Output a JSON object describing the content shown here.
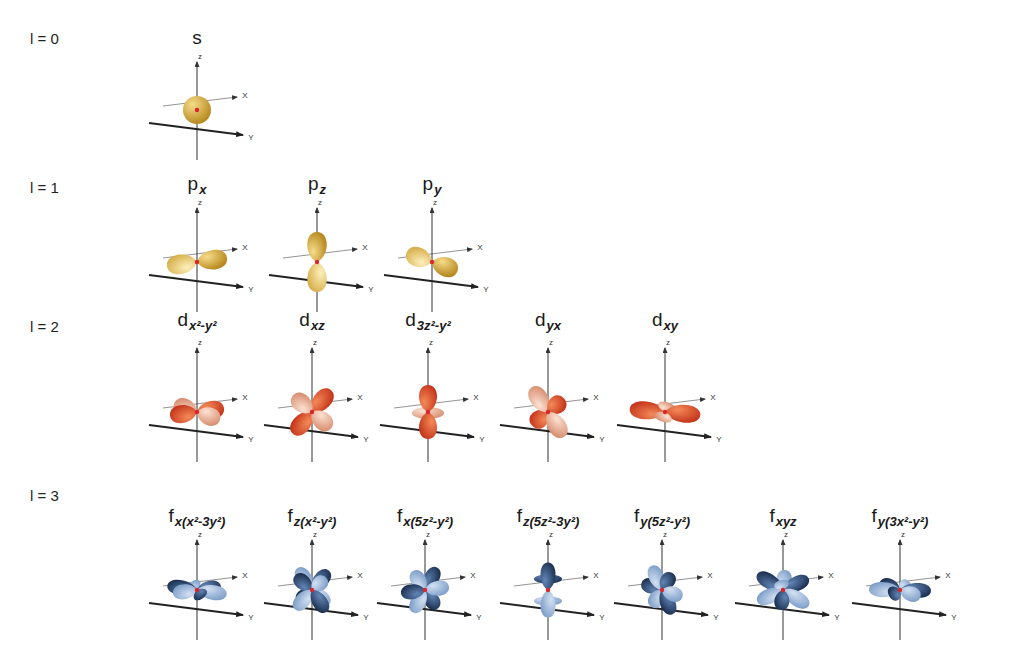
{
  "diagram": {
    "labels": [
      "l = 0",
      "s",
      "z",
      "X",
      "Y",
      "l = 1",
      "p",
      "x",
      "z",
      "X",
      "Y",
      "p",
      "z",
      "z",
      "X",
      "Y",
      "p",
      "y",
      "z",
      "X",
      "Y",
      "l = 2",
      "d",
      "x²-y²",
      "z",
      "X",
      "Y",
      "d",
      "xz",
      "z",
      "X",
      "Y",
      "d",
      "3z²-y²",
      "z",
      "X",
      "Y",
      "d",
      "yx",
      "z",
      "X",
      "Y",
      "d",
      "xy",
      "z",
      "X",
      "Y",
      "l = 3",
      "f",
      "x(x²-3y²)",
      "z",
      "X",
      "Y",
      "f",
      "z(x²-y²)",
      "z",
      "X",
      "Y",
      "f",
      "x(5z²-y²)",
      "z",
      "X",
      "Y",
      "f",
      "z(5z²-3y²)",
      "z",
      "X",
      "Y",
      "f",
      "y(5z²-y²)",
      "z",
      "X",
      "Y",
      "f",
      "xyz",
      "z",
      "X",
      "Y",
      "f",
      "y(3x²-y²)",
      "z",
      "X",
      "Y"
    ]
  }
}
